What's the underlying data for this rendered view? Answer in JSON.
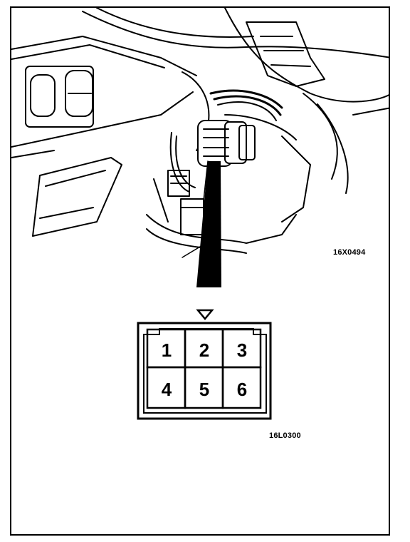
{
  "figure_codes": {
    "upper": "16X0494",
    "lower": "16L0300"
  },
  "connector": {
    "pins": [
      "1",
      "2",
      "3",
      "4",
      "5",
      "6"
    ],
    "key_marker": "triangle-pointer-icon"
  },
  "colors": {
    "line": "#000000",
    "background": "#ffffff"
  }
}
